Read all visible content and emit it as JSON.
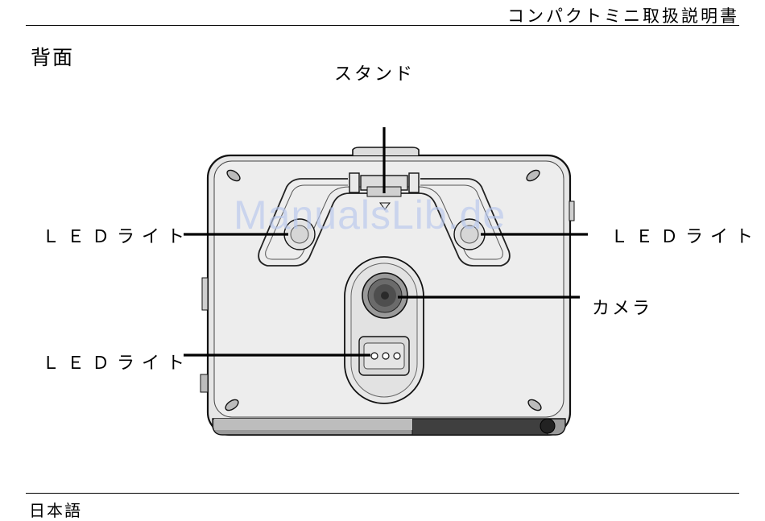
{
  "header": {
    "title": "コンパクトミニ取扱説明書"
  },
  "section": {
    "title": "背面"
  },
  "labels": {
    "stand": "スタンド",
    "led_left_upper": "ＬＥＤライト",
    "led_right_upper": "ＬＥＤライト",
    "led_left_lower": "ＬＥＤライト",
    "camera": "カメラ"
  },
  "watermark": "ManualsLib.de",
  "footer": {
    "language": "日本語"
  },
  "icons": [
    "device-back-illustration",
    "camera-lens-icon",
    "led-light-icon",
    "stand-hinge-icon",
    "screw-hole-icon"
  ]
}
